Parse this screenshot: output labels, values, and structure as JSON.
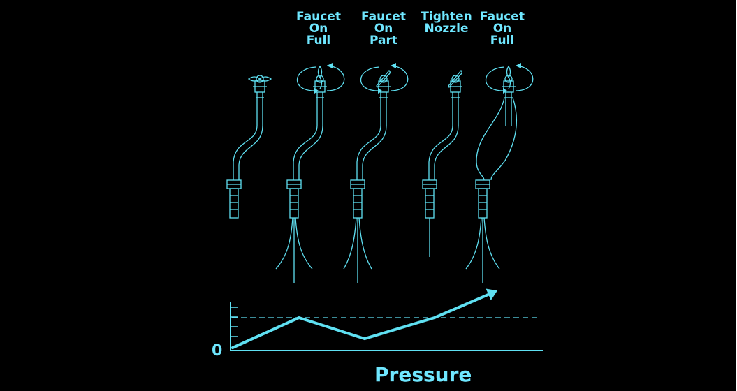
{
  "labels": [
    {
      "lines": [
        "Faucet",
        "On",
        "Full"
      ]
    },
    {
      "lines": [
        "Faucet",
        "On",
        "Part"
      ]
    },
    {
      "lines": [
        "Tighten",
        "Nozzle"
      ]
    },
    {
      "lines": [
        "Faucet",
        "On",
        "Full"
      ]
    }
  ],
  "graph": {
    "zero_label": "0",
    "x_label": "Pressure",
    "levels": [
      0,
      1,
      0.3,
      1,
      1.9
    ],
    "dashed_reference": 1
  },
  "colors": {
    "line": "#5fe0f2",
    "text": "#6fe7ff",
    "background": "#000000"
  }
}
